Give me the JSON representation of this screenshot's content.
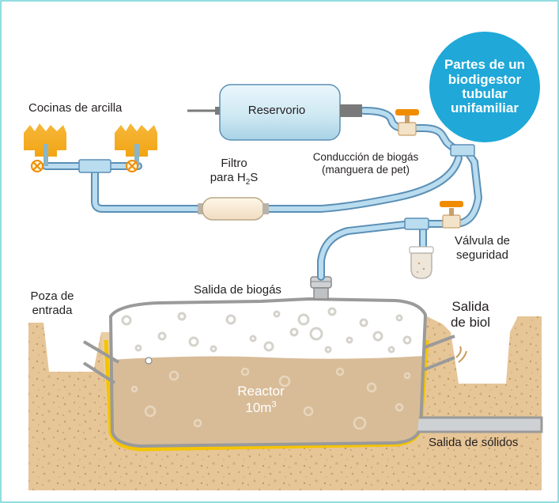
{
  "title_badge": [
    "Partes de un",
    "biodigestor",
    "tubular",
    "unifamiliar"
  ],
  "labels": {
    "cocinas": "Cocinas de arcilla",
    "reservorio": "Reservorio",
    "filtro_line1": "Filtro",
    "filtro_line2_pre": "para H",
    "filtro_sub": "2",
    "filtro_line2_post": "S",
    "conduccion_line1": "Conducción de biogás",
    "conduccion_line2": "(manguera de pet)",
    "valvula_line1": "Válvula de",
    "valvula_line2": "seguridad",
    "salida_biogas": "Salida de biogás",
    "poza_line1": "Poza de",
    "poza_line2": "entrada",
    "salida_biol_line1": "Salida",
    "salida_biol_line2": "de biol",
    "reactor_line1": "Reactor",
    "reactor_line2_pre": "10m",
    "reactor_sup": "3",
    "salida_solidos": "Salida de sólidos"
  },
  "colors": {
    "frame": "#6fd3d6",
    "badge": "#1fa8d8",
    "soil": "#e8c99c",
    "liquid": "#d8bc98",
    "pipe": "#b9dcef",
    "pipe_outline": "#5b8fb5",
    "reactor_outline": "#9a9a9a",
    "valve_handle": "#f08c00",
    "liner": "#f5c400"
  }
}
